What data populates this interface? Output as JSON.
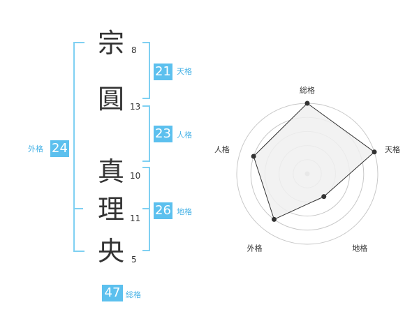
{
  "characters": [
    {
      "char": "宗",
      "strokes": "8"
    },
    {
      "char": "圓",
      "strokes": "13"
    },
    {
      "char": "真",
      "strokes": "10"
    },
    {
      "char": "理",
      "strokes": "11"
    },
    {
      "char": "央",
      "strokes": "5"
    }
  ],
  "grades": {
    "tenkaku": {
      "value": "21",
      "label": "天格"
    },
    "jinkaku": {
      "value": "23",
      "label": "人格"
    },
    "chikaku": {
      "value": "26",
      "label": "地格"
    },
    "gaikaku": {
      "value": "24",
      "label": "外格"
    },
    "soukaku": {
      "value": "47",
      "label": "総格"
    }
  },
  "radar": {
    "axes": [
      "総格",
      "天格",
      "地格",
      "外格",
      "人格"
    ],
    "values": [
      5,
      5,
      2,
      4,
      4
    ],
    "max": 5,
    "colors": {
      "fill": "#f0f0f0",
      "grid": "#c8c8c8",
      "line": "#333333",
      "center": "#bbbbbb"
    }
  },
  "colors": {
    "badge": "#5cc0ee",
    "bracket": "#7fd0f2",
    "label": "#47b2e6"
  }
}
